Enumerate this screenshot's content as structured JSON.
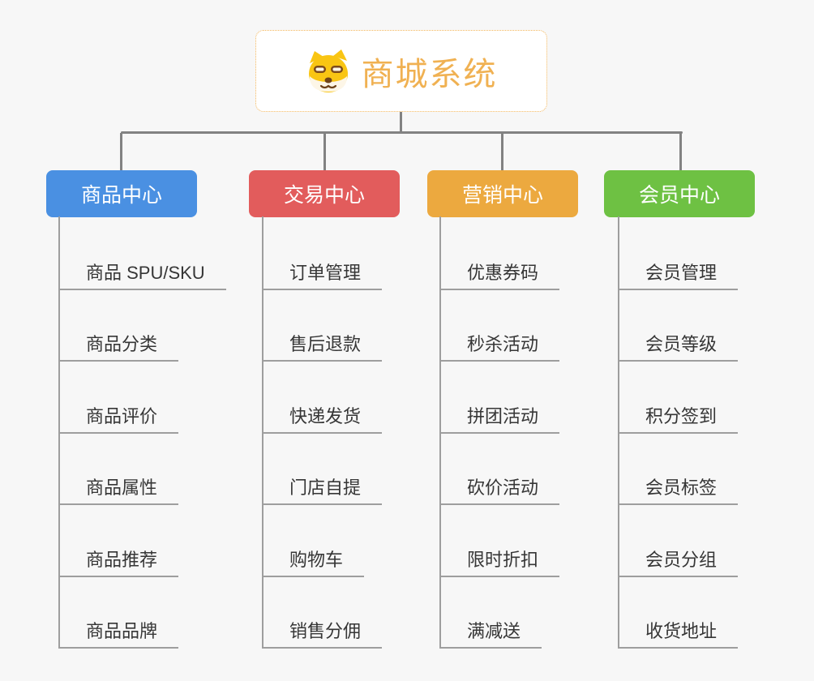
{
  "root": {
    "title": "商城系统",
    "icon": "shiba-dog-icon",
    "border_color": "#f3b65c",
    "text_color": "#f0b152"
  },
  "colors": {
    "background": "#f7f7f7",
    "connector_line": "#828282",
    "leaf_line": "#9e9e9e",
    "leaf_text": "#363636"
  },
  "branches": [
    {
      "label": "商品中心",
      "color": "#4a90e2",
      "items": [
        "商品 SPU/SKU",
        "商品分类",
        "商品评价",
        "商品属性",
        "商品推荐",
        "商品品牌"
      ]
    },
    {
      "label": "交易中心",
      "color": "#e25c5c",
      "items": [
        "订单管理",
        "售后退款",
        "快递发货",
        "门店自提",
        "购物车",
        "销售分佣"
      ]
    },
    {
      "label": "营销中心",
      "color": "#eca93f",
      "items": [
        "优惠券码",
        "秒杀活动",
        "拼团活动",
        "砍价活动",
        "限时折扣",
        "满减送"
      ]
    },
    {
      "label": "会员中心",
      "color": "#6ec143",
      "items": [
        "会员管理",
        "会员等级",
        "积分签到",
        "会员标签",
        "会员分组",
        "收货地址"
      ]
    }
  ]
}
